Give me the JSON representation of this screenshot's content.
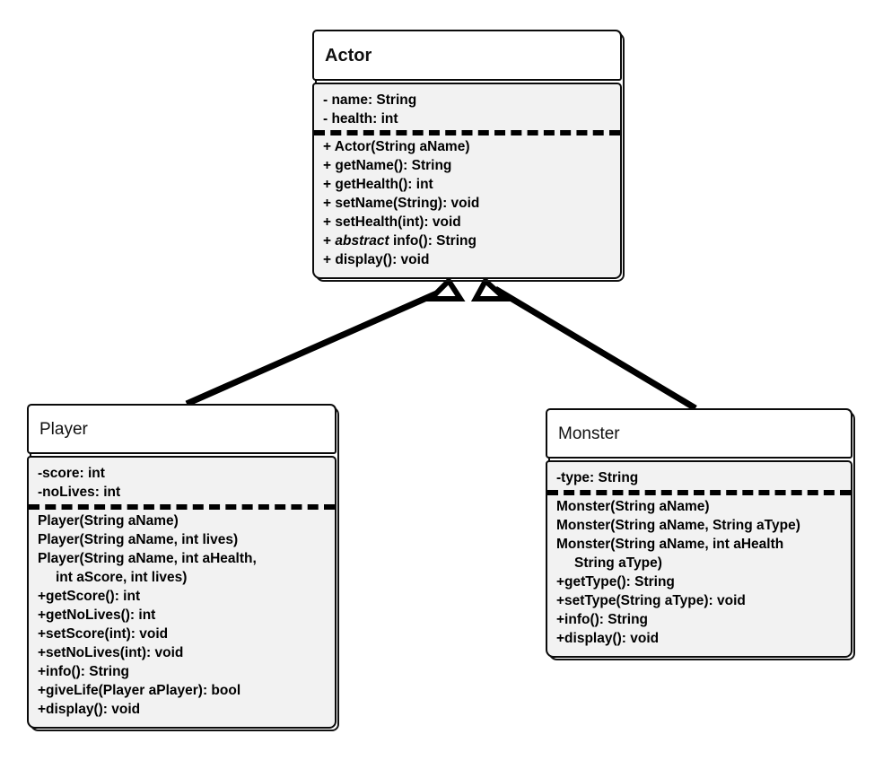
{
  "diagram": {
    "kind": "uml-class-diagram",
    "title": "Actor / Player / Monster class hierarchy",
    "background_color": "#ffffff",
    "line_color": "#000000",
    "body_fill_color": "#f2f2f2",
    "title_fill_color": "#ffffff"
  },
  "classes": [
    {
      "id": "actor",
      "name": "Actor",
      "title_bold": true,
      "attributes": [
        {
          "text": "- name: String"
        },
        {
          "text": "- health: int"
        }
      ],
      "methods": [
        {
          "text": "+ Actor(String aName)"
        },
        {
          "text": "+ getName(): String"
        },
        {
          "text": "+ getHealth(): int"
        },
        {
          "text": "+ setName(String): void"
        },
        {
          "text": "+ setHealth(int): void"
        },
        {
          "pre": "+ ",
          "abstract_keyword": "abstract",
          "post": " info(): String"
        },
        {
          "text": "+ display(): void"
        }
      ]
    },
    {
      "id": "player",
      "name": "Player",
      "title_bold": false,
      "attributes": [
        {
          "text": "-score: int"
        },
        {
          "text": "-noLives: int"
        }
      ],
      "methods": [
        {
          "text": "Player(String aName)"
        },
        {
          "text": "Player(String aName, int lives)"
        },
        {
          "text": "Player(String aName, int aHealth,"
        },
        {
          "text": "int aScore, int lives)",
          "continuation": true
        },
        {
          "text": "+getScore(): int"
        },
        {
          "text": "+getNoLives(): int"
        },
        {
          "text": "+setScore(int): void"
        },
        {
          "text": "+setNoLives(int): void"
        },
        {
          "text": "+info(): String"
        },
        {
          "text": "+giveLife(Player aPlayer): bool"
        },
        {
          "text": "+display(): void"
        }
      ]
    },
    {
      "id": "monster",
      "name": "Monster",
      "title_bold": false,
      "attributes": [
        {
          "text": "-type: String"
        }
      ],
      "methods": [
        {
          "text": "Monster(String aName)"
        },
        {
          "text": "Monster(String aName, String aType)"
        },
        {
          "text": "Monster(String aName, int aHealth"
        },
        {
          "text": "String aType)",
          "continuation": true
        },
        {
          "text": "+getType(): String"
        },
        {
          "text": "+setType(String aType): void"
        },
        {
          "text": "+info(): String"
        },
        {
          "text": "+display(): void"
        }
      ]
    }
  ],
  "relationships": [
    {
      "id": "player-extends-actor",
      "type": "generalization",
      "from": "Player",
      "to": "Actor",
      "arrowhead": "hollow-triangle"
    },
    {
      "id": "monster-extends-actor",
      "type": "generalization",
      "from": "Monster",
      "to": "Actor",
      "arrowhead": "hollow-triangle"
    }
  ]
}
